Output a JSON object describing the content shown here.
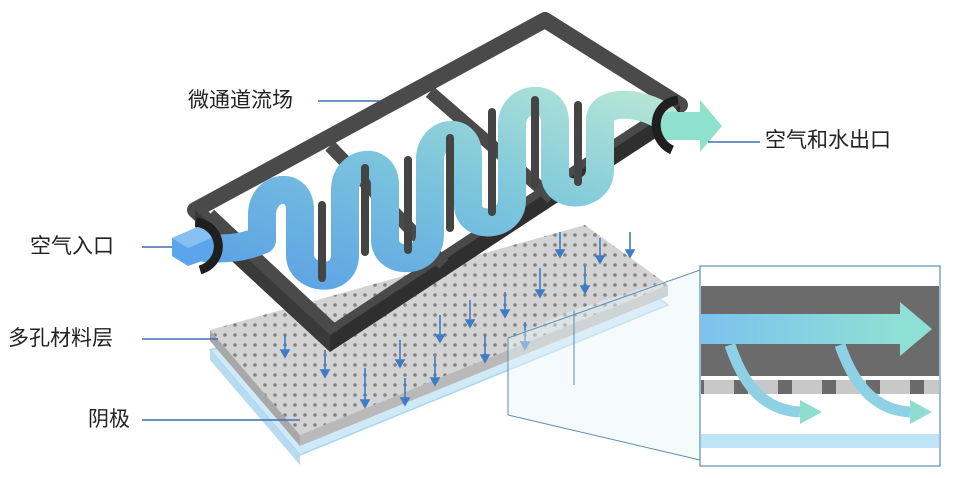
{
  "labels": {
    "microchannel_flow_field": "微通道流场",
    "air_and_water_outlet": "空气和水出口",
    "air_inlet": "空气入口",
    "porous_material_layer": "多孔材料层",
    "cathode": "阴极"
  },
  "colors": {
    "frame": "#4a4a4a",
    "frame_dark": "#2b2b2b",
    "channel_blue": "#6aaee8",
    "channel_teal": "#9fd8d0",
    "porous_layer": "#cfcfcf",
    "cathode": "#cfe9f7",
    "leader_line": "#3f6fb0",
    "down_arrow": "#3e7cc4"
  }
}
